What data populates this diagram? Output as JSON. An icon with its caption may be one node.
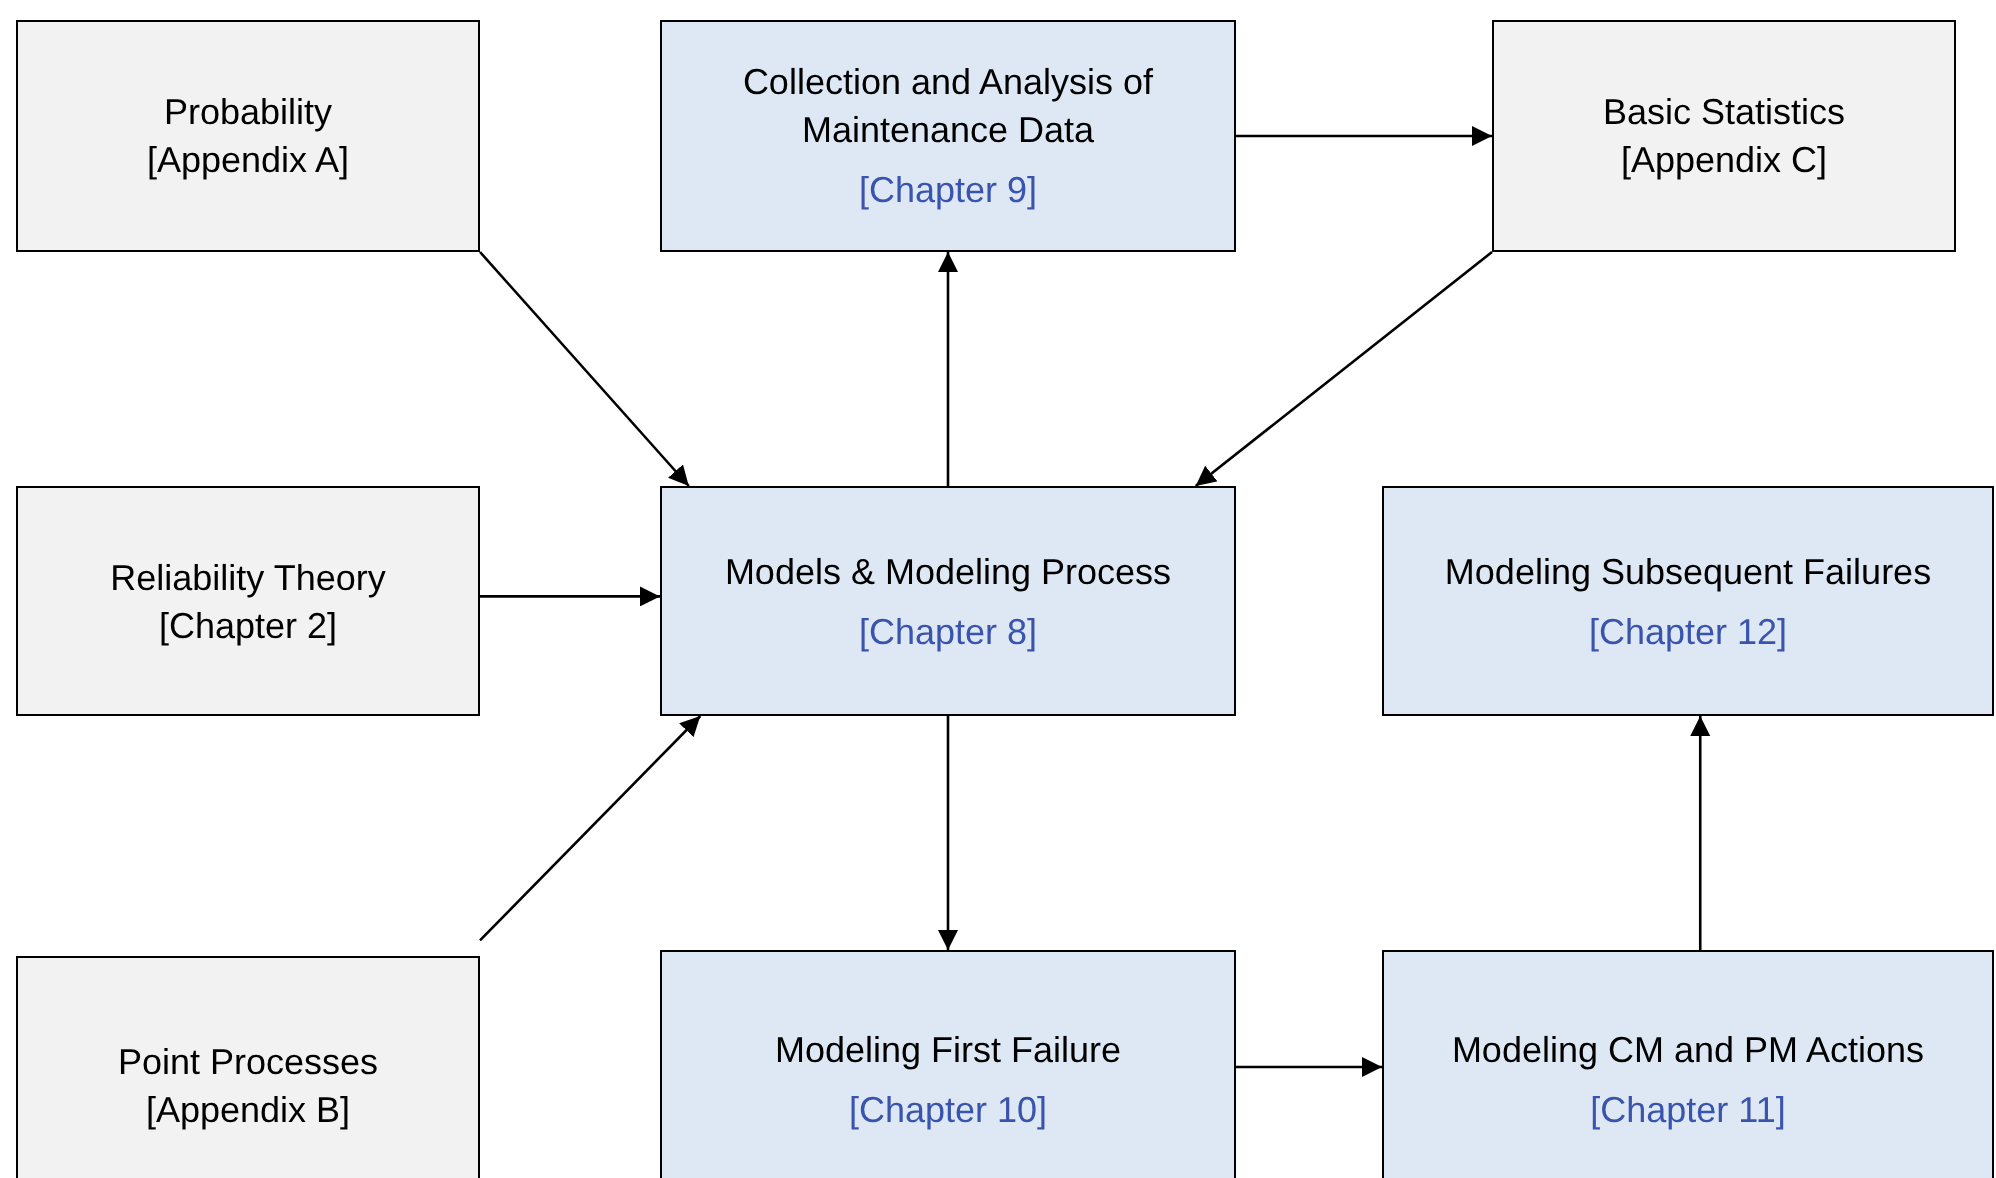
{
  "diagram": {
    "nodes": [
      {
        "text": [
          "Probability",
          "[Appendix A]"
        ]
      },
      {
        "text": [
          "Collection and Analysis of Maintenance Data",
          "[Chapter 9]"
        ]
      },
      {
        "text": [
          "Basic Statistics",
          "[Appendix C]"
        ]
      },
      {
        "text": [
          "Reliability Theory",
          "[Chapter 2]"
        ]
      },
      {
        "text": [
          "Models & Modeling Process",
          "[Chapter 8]"
        ]
      },
      {
        "text": [
          "Modeling Subsequent Failures",
          "[Chapter 12]"
        ]
      },
      {
        "text": [
          "Point Processes",
          "[Appendix B]"
        ]
      },
      {
        "text": [
          "Modeling First Failure",
          "[Chapter 10]"
        ]
      },
      {
        "text": [
          "Modeling CM and PM Actions",
          "[Chapter 11]"
        ]
      }
    ],
    "edges": [
      {
        "from": 0,
        "to": 4,
        "arrow": "to"
      },
      {
        "from": 1,
        "to": 2,
        "arrow": "to"
      },
      {
        "from": 2,
        "to": 4,
        "arrow": "to"
      },
      {
        "from": 4,
        "to": 1,
        "arrow": "to"
      },
      {
        "from": 3,
        "to": 4,
        "arrow": "to"
      },
      {
        "from": 6,
        "to": 4,
        "arrow": "to"
      },
      {
        "from": 4,
        "to": 7,
        "arrow": "to"
      },
      {
        "from": 7,
        "to": 8,
        "arrow": "to"
      },
      {
        "from": 8,
        "to": 5,
        "arrow": "to"
      }
    ]
  }
}
